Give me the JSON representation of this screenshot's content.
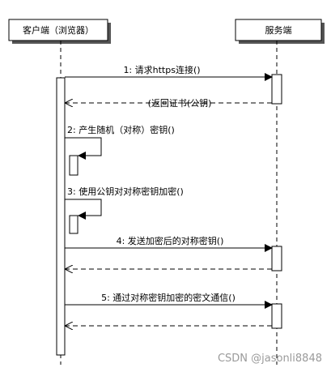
{
  "participants": [
    {
      "id": "client",
      "name": "客户端（浏览器）"
    },
    {
      "id": "server",
      "name": "服务端"
    }
  ],
  "messages": [
    {
      "label": "1: 请求https连接()",
      "from": "client",
      "to": "server",
      "style": "solid"
    },
    {
      "label": "(返回证书(公钥)",
      "from": "server",
      "to": "client",
      "style": "dashed"
    },
    {
      "label": "2: 产生随机（对称）密钥()",
      "from": "client",
      "to": "client",
      "style": "self"
    },
    {
      "label": "3: 使用公钥对对称密钥加密()",
      "from": "client",
      "to": "client",
      "style": "self"
    },
    {
      "label": "4: 发送加密后的对称密钥()",
      "from": "client",
      "to": "server",
      "style": "solid"
    },
    {
      "label": "",
      "from": "server",
      "to": "client",
      "style": "dashed"
    },
    {
      "label": "5: 通过对称密钥加密的密文通信()",
      "from": "client",
      "to": "server",
      "style": "solid"
    },
    {
      "label": "",
      "from": "server",
      "to": "client",
      "style": "dashed"
    }
  ],
  "watermark": "CSDN @jasonli8848"
}
